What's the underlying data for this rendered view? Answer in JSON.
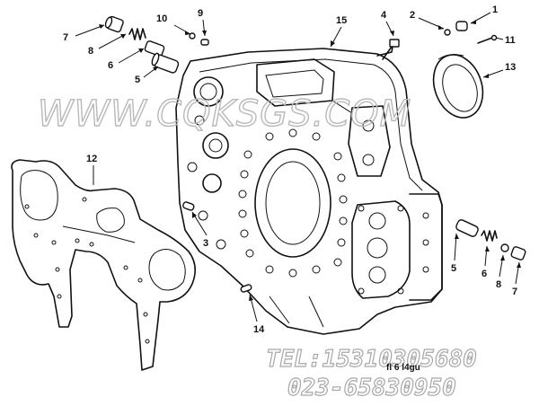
{
  "callouts": {
    "c1": "1",
    "c2": "2",
    "c3": "3",
    "c4": "4",
    "c5_left": "5",
    "c5_right": "5",
    "c6_left": "6",
    "c6_right": "6",
    "c7_left": "7",
    "c7_right": "7",
    "c8_left": "8",
    "c8_right": "8",
    "c9": "9",
    "c10": "10",
    "c11": "11",
    "c12": "12",
    "c13": "13",
    "c14": "14",
    "c15": "15"
  },
  "drawing_id": "fl 6 l4gu",
  "watermark": {
    "url": "WWW.CQKSGS.COM",
    "tel": "TEL:15310305680",
    "phone": "023-65830950"
  },
  "colors": {
    "line": "#111111",
    "watermark": "#b9b9b9",
    "background": "#ffffff"
  }
}
